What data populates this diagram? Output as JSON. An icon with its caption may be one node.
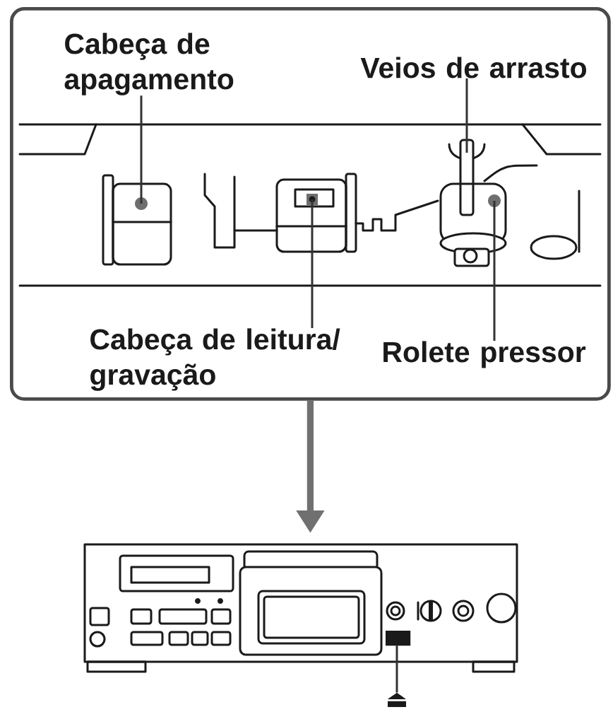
{
  "diagram": {
    "nodes": [
      {
        "text": [],
        "shape": "box"
      },
      {
        "text": [
          "Cabeça de apagamento"
        ],
        "in": 0
      },
      {
        "text": [],
        "shape": "picture",
        "in": 0
      },
      {
        "text": [
          "Veios de arrasto"
        ],
        "in": 0
      },
      {
        "text": [],
        "shape": "picture",
        "in": 0
      },
      {
        "text": [
          "Cabeça de leitura/ gravação"
        ],
        "in": 0
      },
      {
        "text": [],
        "shape": "picture",
        "in": 0
      },
      {
        "text": [
          "Rolete pressor"
        ],
        "in": 0
      },
      {
        "text": [],
        "shape": "picture",
        "in": 0
      },
      {
        "text": [],
        "shape": "picture"
      },
      {
        "text": [],
        "shape": "box",
        "in": 9
      },
      {
        "text": [
          "⏏"
        ]
      }
    ],
    "edges": [
      {
        "from": 1,
        "to": 2,
        "arrow": "none"
      },
      {
        "from": 3,
        "to": 4,
        "arrow": "none"
      },
      {
        "from": 5,
        "to": 6,
        "arrow": "none"
      },
      {
        "from": 7,
        "to": 8,
        "arrow": "none"
      },
      {
        "from": 0,
        "to": 9,
        "arrow": "to",
        "style": "thick",
        "color": "#707070"
      },
      {
        "from": 11,
        "to": 10,
        "arrow": "none"
      }
    ]
  }
}
